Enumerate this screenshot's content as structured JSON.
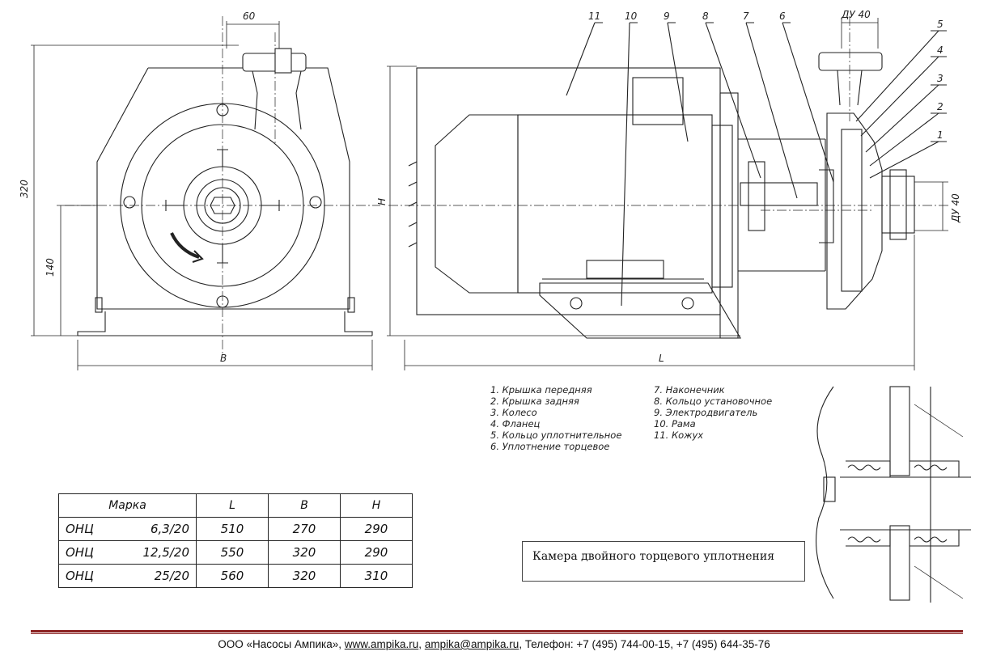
{
  "dimensions": {
    "width_front": "60",
    "height_total": "320",
    "height_axis": "140",
    "width_base": "B",
    "height_side": "H",
    "length_side": "L",
    "dn_top": "ДУ 40",
    "dn_side": "ДУ 40"
  },
  "callouts": [
    "11",
    "10",
    "9",
    "8",
    "7",
    "6",
    "5",
    "4",
    "3",
    "2",
    "1"
  ],
  "legend": {
    "col1": [
      "1. Крышка передняя",
      "2. Крышка задняя",
      "3. Колесо",
      "4. Фланец",
      "5. Кольцо уплотнительное",
      "6. Уплотнение торцевое"
    ],
    "col2": [
      "7. Наконечник",
      "8. Кольцо установочное",
      "9. Электродвигатель",
      "10. Рама",
      "11. Кожух"
    ]
  },
  "table": {
    "header": {
      "model": "Марка",
      "L": "L",
      "B": "B",
      "H": "H"
    },
    "rows": [
      {
        "prefix": "ОНЦ",
        "model": "6,3/20",
        "L": "510",
        "B": "270",
        "H": "290"
      },
      {
        "prefix": "ОНЦ",
        "model": "12,5/20",
        "L": "550",
        "B": "320",
        "H": "290"
      },
      {
        "prefix": "ОНЦ",
        "model": "25/20",
        "L": "560",
        "B": "320",
        "H": "310"
      }
    ]
  },
  "caption": "Камера двойного торцевого уплотнения",
  "footer": {
    "company": "ООО «Насосы Ампика», ",
    "site": "www.ampika.ru",
    "sep": ", ",
    "email": "ampika@ampika.ru",
    "phones": ", Телефон: +7 (495) 744-00-15, +7 (495) 644-35-76"
  },
  "colors": {
    "footer_rule": "#8a1f1f",
    "ink": "#222222"
  }
}
